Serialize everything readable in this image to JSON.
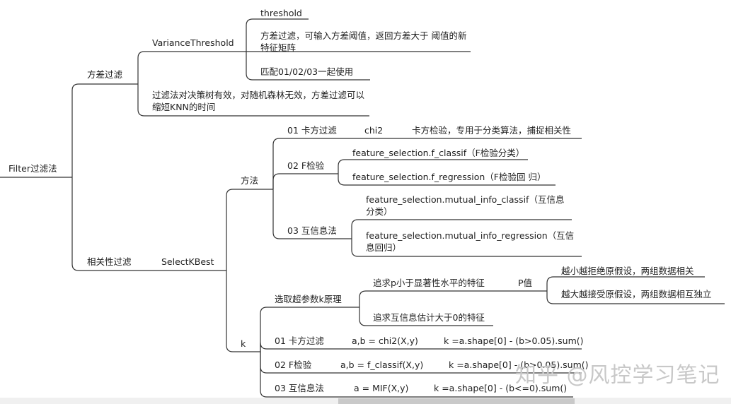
{
  "root": "Filter过滤法",
  "variance": {
    "label": "方差过滤",
    "method": "VarianceThreshold",
    "threshold": "threshold",
    "desc": "方差过滤，可输入方差阈值，返回方差大于 阈值的新特征矩阵",
    "match": "匹配01/02/03一起使用",
    "note": "过滤法对决策树有效，对随机森林无效，方差过滤可以缩短KNN的时间"
  },
  "correlation": {
    "label": "相关性过滤",
    "select": "SelectKBest",
    "method_label": "方法",
    "chi": {
      "label": "01 卡方过滤",
      "func": "chi2",
      "desc": "卡方检验，专用于分类算法，捕捉相关性"
    },
    "f": {
      "label": "02 F检验",
      "classif": "feature_selection.f_classif（F检验分类）",
      "regression": "feature_selection.f_regression（F检验回 归）"
    },
    "mi": {
      "label": "03 互信息法",
      "classif": "feature_selection.mutual_info_classif（互信息分类）",
      "regression": "feature_selection.mutual_info_regression（互信息回归）"
    },
    "k_label": "k",
    "principle": {
      "label": "选取超参数k原理",
      "p_feature": "追求p小于显著性水平的特征",
      "p_value": "P值",
      "p_small": "越小越拒绝原假设，两组数据相关",
      "p_large": "越大越接受原假设，两组数据相互独立",
      "mi_feature": "追求互信息估计大于0的特征"
    },
    "k_chi": {
      "label": "01 卡方过滤",
      "code": "a,b = chi2(X,y)",
      "k": "k =a.shape[0] - (b>0.05).sum()"
    },
    "k_f": {
      "label": "02 F检验",
      "code": "a,b = f_classif(X,y)",
      "k": "k =a.shape[0] - (b>0.05).sum()"
    },
    "k_mi": {
      "label": "03 互信息法",
      "code": "a = MIF(X,y)",
      "k": "k =a.shape[0] - (b<=0).sum()"
    }
  },
  "watermark": "知乎 @风控学习笔记"
}
